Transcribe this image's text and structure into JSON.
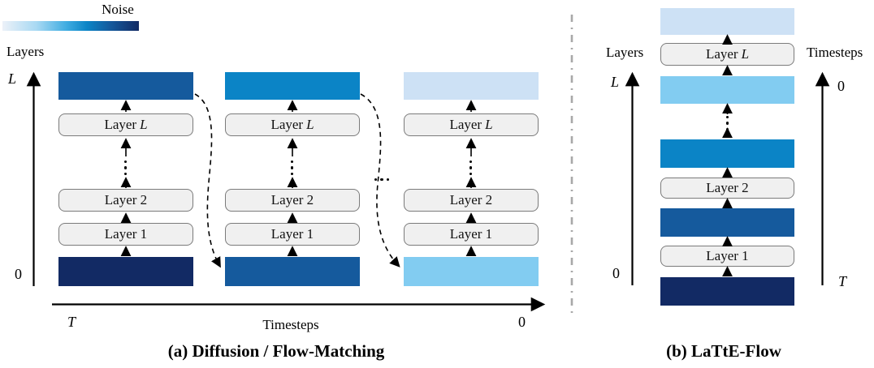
{
  "figure": {
    "noise_legend": {
      "label": "Noise",
      "gradient_stops": [
        "#ECF1F8 0%",
        "#A8D9F3 25%",
        "#3FACE1 47%",
        "#0B84C6 62%",
        "#155A9D 79%",
        "#122A64 100%"
      ]
    },
    "panel_a": {
      "caption": "(a) Diffusion / Flow-Matching",
      "layers_axis": {
        "label": "Layers",
        "top_tick": "L",
        "bottom_tick": "0"
      },
      "timesteps_axis": {
        "label": "Timesteps",
        "start_tick": "T",
        "end_tick": "0"
      },
      "layer_boxes": {
        "first": "Layer 1",
        "second": "Layer 2",
        "last_prefix": "Layer",
        "last_var": "L"
      },
      "columns": [
        {
          "top_bar_color": "#155A9D",
          "bottom_bar_color": "#122A64"
        },
        {
          "top_bar_color": "#0B84C6",
          "bottom_bar_color": "#155A9D"
        },
        {
          "top_bar_color": "#CDE1F5",
          "bottom_bar_color": "#82CCF1"
        }
      ]
    },
    "panel_b": {
      "caption": "(b) LaTtE-Flow",
      "layers_axis": {
        "label": "Layers",
        "top_tick": "L",
        "bottom_tick": "0"
      },
      "timesteps_axis": {
        "label": "Timesteps",
        "top_tick": "0",
        "bottom_tick": "T"
      },
      "layer_boxes": {
        "first": "Layer 1",
        "second": "Layer 2",
        "last_prefix": "Layer",
        "last_var": "L"
      },
      "bar_colors": {
        "input": "#122A64",
        "after_layer_1": "#155A9D",
        "after_layer_2": "#0B84C6",
        "before_layer_L": "#82CCF1",
        "output": "#CDE1F5"
      }
    }
  }
}
